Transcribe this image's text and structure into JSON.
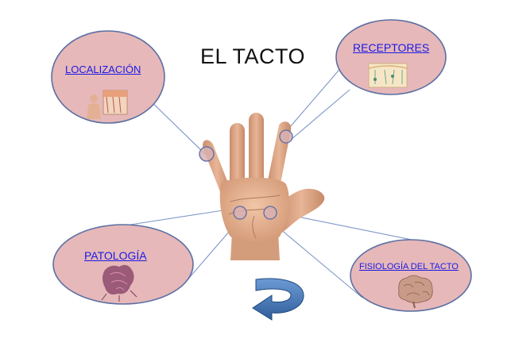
{
  "title": "EL TACTO",
  "nodes": {
    "localizacion": {
      "label": "LOCALIZACIÓN"
    },
    "receptores": {
      "label": "RECEPTORES"
    },
    "patologia": {
      "label": "PATOLOGÍA"
    },
    "fisiologia": {
      "label": "FISIOLOGÍA DEL TACTO"
    }
  },
  "colors": {
    "bubble_fill": "#e6b8b9",
    "bubble_stroke": "#5b6fa3",
    "connector": "#7f96c8",
    "hotspot_fill": "#d9b0b2",
    "hotspot_stroke": "#5a6ca8",
    "link_text": "#1a1ae6",
    "arrow_fill": "#4a7ab8"
  },
  "icons": {
    "localizacion": "skin-cross-section-icon",
    "receptores": "skin-receptors-icon",
    "patologia": "pathology-tissue-icon",
    "fisiologia": "brain-icon",
    "center": "hand-palm-icon",
    "nav": "curved-return-arrow-icon"
  }
}
